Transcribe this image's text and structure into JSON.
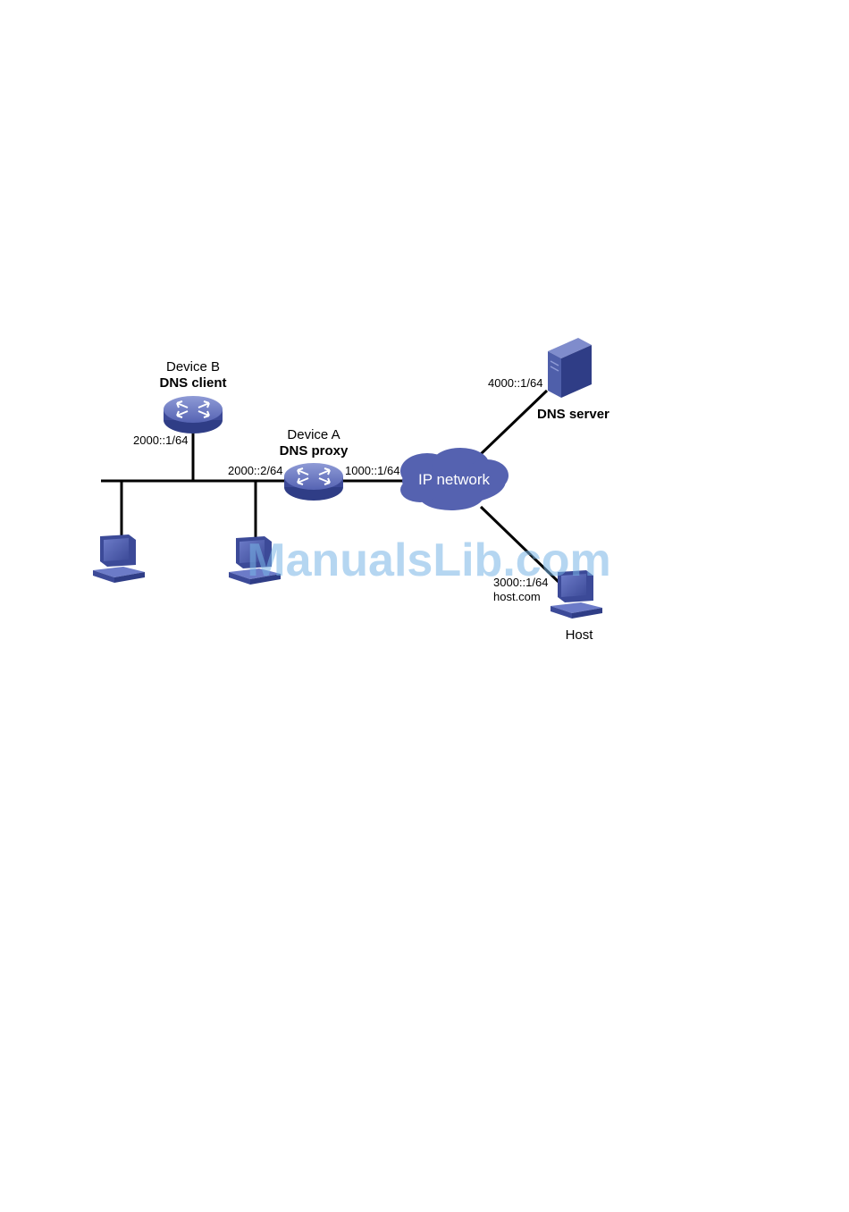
{
  "colors": {
    "device": "#4f5faa",
    "device_dark": "#2f3d86",
    "cloud": "#5562b0",
    "link": "#000000",
    "watermark": "#8fc3ea"
  },
  "device_b": {
    "name": "Device B",
    "role": "DNS client",
    "ip": "2000::1/64"
  },
  "device_a": {
    "name": "Device A",
    "role": "DNS proxy",
    "ip_left": "2000::2/64",
    "ip_right": "1000::1/64"
  },
  "cloud": {
    "label": "IP network"
  },
  "dns_server": {
    "role": "DNS server",
    "ip": "4000::1/64"
  },
  "host": {
    "name": "Host",
    "ip": "3000::1/64",
    "domain": "host.com"
  },
  "watermark": {
    "text": "ManualsLib.com"
  }
}
